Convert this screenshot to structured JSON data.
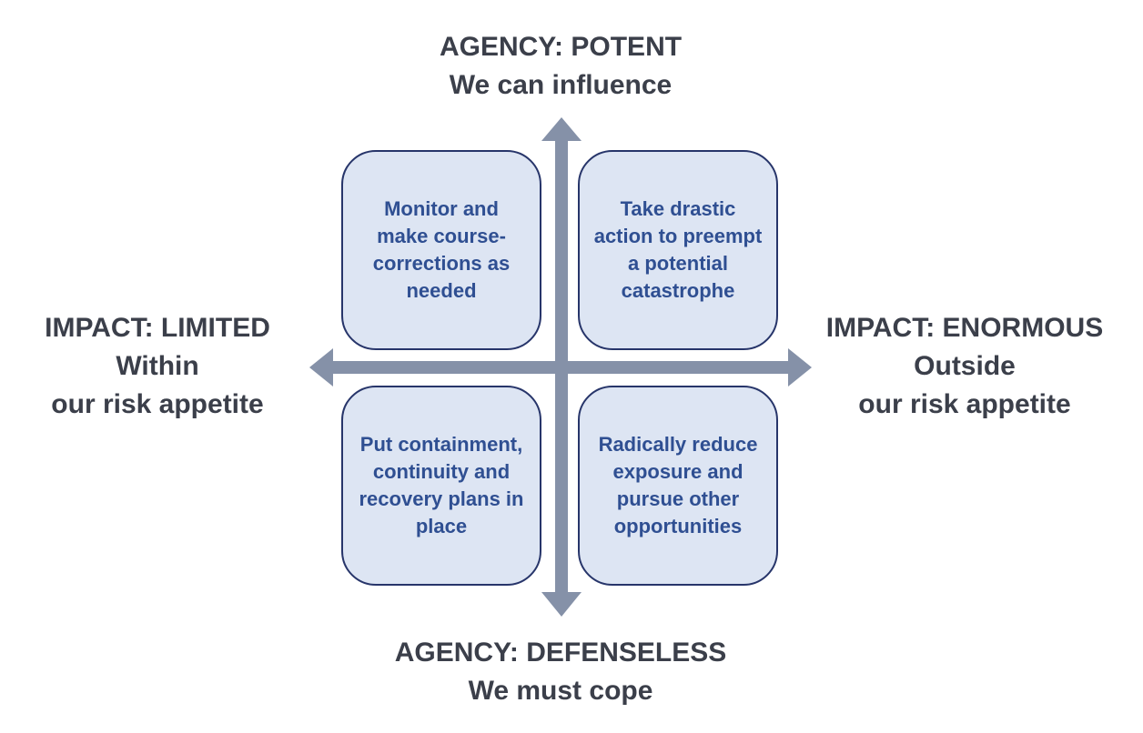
{
  "axes": {
    "top": {
      "line1": "AGENCY: POTENT",
      "line2": "We can influence"
    },
    "bottom": {
      "line1": "AGENCY: DEFENSELESS",
      "line2": "We must cope"
    },
    "left": {
      "line1": "IMPACT: LIMITED",
      "line2": "Within",
      "line3": "our risk appetite"
    },
    "right": {
      "line1": "IMPACT: ENORMOUS",
      "line2": "Outside",
      "line3": "our risk appetite"
    }
  },
  "quadrants": {
    "top_left": "Monitor and make course-corrections as needed",
    "top_right": "Take drastic action to preempt a potential catastrophe",
    "bottom_left": "Put containment, continuity and recovery plans in place",
    "bottom_right": "Radically reduce exposure and pursue other opportunities"
  },
  "colors": {
    "axis_arrow": "#8591a8",
    "box_fill": "#dde5f3",
    "box_border": "#27356a",
    "box_text": "#2f4f92",
    "label_text": "#3b3f4a"
  }
}
